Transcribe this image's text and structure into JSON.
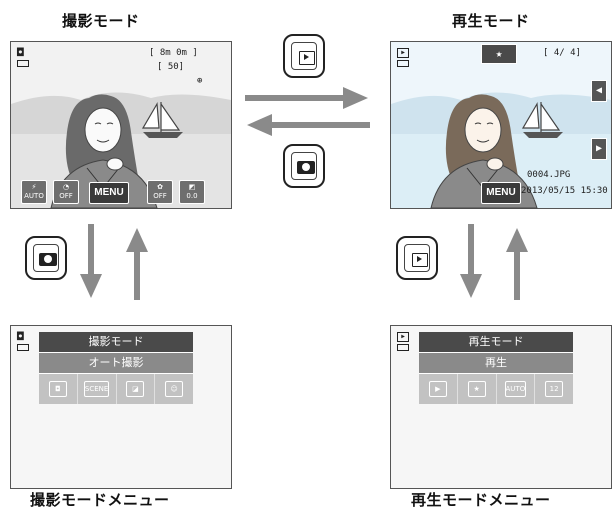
{
  "labels": {
    "shoot_mode": "撮影モード",
    "play_mode": "再生モード",
    "shoot_menu": "撮影モードメニュー",
    "play_menu": "再生モードメニュー"
  },
  "shoot_screen": {
    "bracket_top": "[ 8m 0m ]",
    "bracket_count": "[ 50]",
    "bottom_buttons": [
      "AUTO",
      "OFF",
      "MENU",
      "OFF",
      "0.0"
    ]
  },
  "play_screen": {
    "counter": "[ 4/ 4]",
    "file_name": "0004.JPG",
    "datetime": "2013/05/15 15:30",
    "menu_label": "MENU",
    "favorite": "★"
  },
  "shoot_menu_panel": {
    "title": "撮影モード",
    "sub": "オート撮影",
    "icons": [
      "camera-icon",
      "SCENE",
      "smart-portrait-icon",
      "smile-icon"
    ]
  },
  "play_menu_panel": {
    "title": "再生モード",
    "sub": "再生",
    "icons": [
      "play-icon",
      "favorite-icon",
      "AUTO",
      "12"
    ]
  },
  "colors": {
    "arrow": "#8a8a8a",
    "panel_dark": "#4a4a4a",
    "panel_mid": "#8a8a8a",
    "panel_light": "#c2c2c2"
  }
}
